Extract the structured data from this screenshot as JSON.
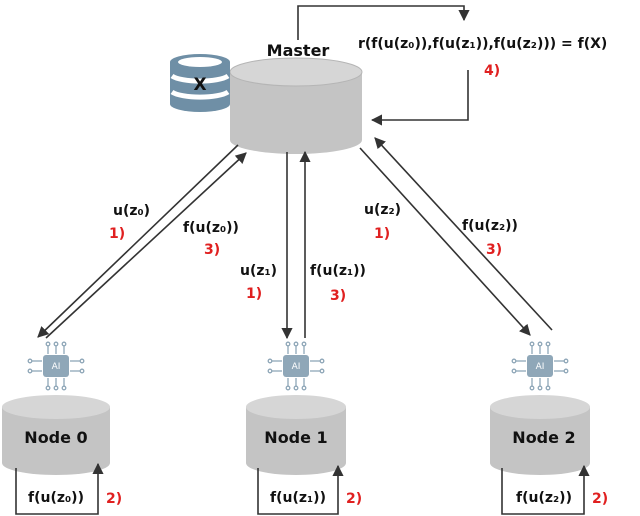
{
  "master": {
    "label": "Master"
  },
  "database": {
    "label": "X",
    "icon": "database-icon"
  },
  "formula": {
    "text": "r(f(u(z₀)),f(u(z₁)),f(u(z₂))) = f(X)",
    "step": "4)"
  },
  "nodes": [
    {
      "label": "Node 0",
      "ai": "AI",
      "self_label": "f(u(z₀))",
      "self_step": "2)",
      "down_label": "u(z₀)",
      "down_step": "1)",
      "up_label": "f(u(z₀))",
      "up_step": "3)"
    },
    {
      "label": "Node 1",
      "ai": "AI",
      "self_label": "f(u(z₁))",
      "self_step": "2)",
      "down_label": "u(z₁)",
      "down_step": "1)",
      "up_label": "f(u(z₁))",
      "up_step": "3)"
    },
    {
      "label": "Node 2",
      "ai": "AI",
      "self_label": "f(u(z₂))",
      "self_step": "2)",
      "down_label": "u(z₂)",
      "down_step": "1)",
      "up_label": "f(u(z₂))",
      "up_step": "3)"
    }
  ],
  "colors": {
    "cylinder_fill": "#c4c4c4",
    "cylinder_top": "#d8d8d8",
    "db_blue": "#6f8fa6",
    "ai_chip": "#8fa7b8",
    "step_red": "#e02020"
  }
}
